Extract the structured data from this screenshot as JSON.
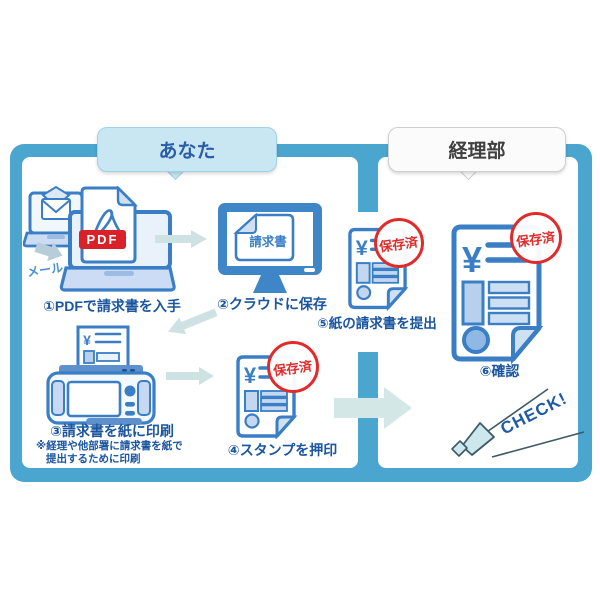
{
  "header": {
    "you_label": "あなた",
    "accounting_label": "経理部"
  },
  "steps": {
    "step1": {
      "caption": "①PDFで請求書を入手",
      "pdf_badge": "PDF",
      "mail_label": "メール"
    },
    "step2": {
      "caption": "②クラウドに保存",
      "screen_document": "請求書"
    },
    "step3": {
      "caption": "③請求書を紙に印刷",
      "note_line1": "※経理や他部署に請求書を紙で",
      "note_line2": "提出するために印刷"
    },
    "step4": {
      "caption": "④スタンプを押印",
      "stamp": "保存済"
    },
    "step5": {
      "caption": "⑤紙の請求書を提出",
      "stamp": "保存済"
    },
    "step6": {
      "caption": "⑥確認",
      "stamp": "保存済",
      "check_label": "CHECK!"
    }
  },
  "icons": {
    "yen_symbol": "¥"
  },
  "colors": {
    "frame_blue": "#4ba6cf",
    "outline_blue": "#3a7ec6",
    "monitor_blue": "#3f86c8",
    "light_fill": "#cfe0f3",
    "caption_text": "#1a55a0",
    "stamp_red": "#e12b2b",
    "pdf_badge_red": "#d92129",
    "pale_arrow": "#cfe2e3",
    "big_arrow": "#d3e7e7",
    "you_label_fill": "#c8e7f3",
    "you_label_text": "#2a5ca8",
    "accounting_label_text": "#404040",
    "check_text": "#1f5aa6"
  }
}
